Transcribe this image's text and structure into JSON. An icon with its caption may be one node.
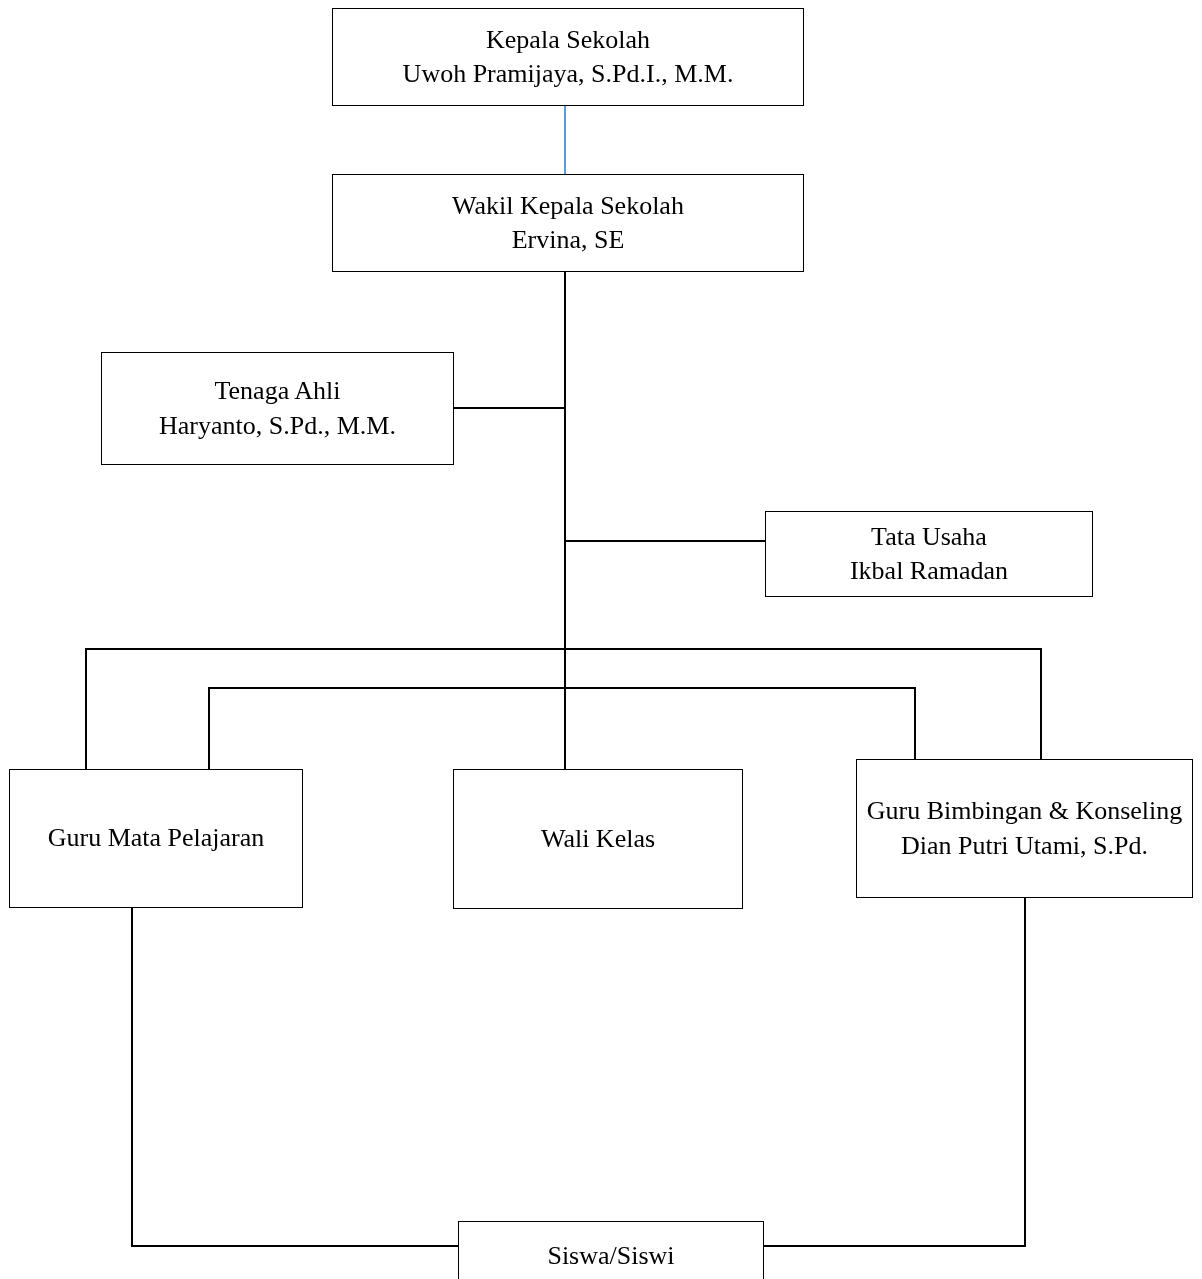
{
  "diagram": {
    "nodes": [
      {
        "text": [
          "Kepala Sekolah",
          "Uwoh Pramijaya, S.Pd.I., M.M."
        ]
      },
      {
        "text": [
          "Wakil Kepala Sekolah",
          "Ervina, SE"
        ]
      },
      {
        "text": [
          "Tenaga Ahli",
          "Haryanto, S.Pd., M.M."
        ]
      },
      {
        "text": [
          "Tata Usaha",
          "Ikbal Ramadan"
        ]
      },
      {
        "text": [
          "Guru Mata Pelajaran"
        ]
      },
      {
        "text": [
          "Wali Kelas"
        ]
      },
      {
        "text": [
          "Guru Bimbingan & Konseling",
          "Dian Putri Utami, S.Pd."
        ]
      },
      {
        "text": [
          "Siswa/Siswi"
        ]
      }
    ],
    "edges": [
      {
        "from": 0,
        "to": 1,
        "arrow": "none",
        "color": "#5b9bd5"
      },
      {
        "from": 1,
        "to": 2,
        "arrow": "none"
      },
      {
        "from": 1,
        "to": 3,
        "arrow": "none"
      },
      {
        "from": 1,
        "to": 5,
        "arrow": "none"
      },
      {
        "from": 1,
        "to": 4,
        "arrow": "none"
      },
      {
        "from": 1,
        "to": 6,
        "arrow": "none"
      },
      {
        "from": 4,
        "to": 6,
        "arrow": "none"
      },
      {
        "from": 4,
        "to": 7,
        "arrow": "none"
      },
      {
        "from": 6,
        "to": 7,
        "arrow": "none"
      }
    ]
  }
}
